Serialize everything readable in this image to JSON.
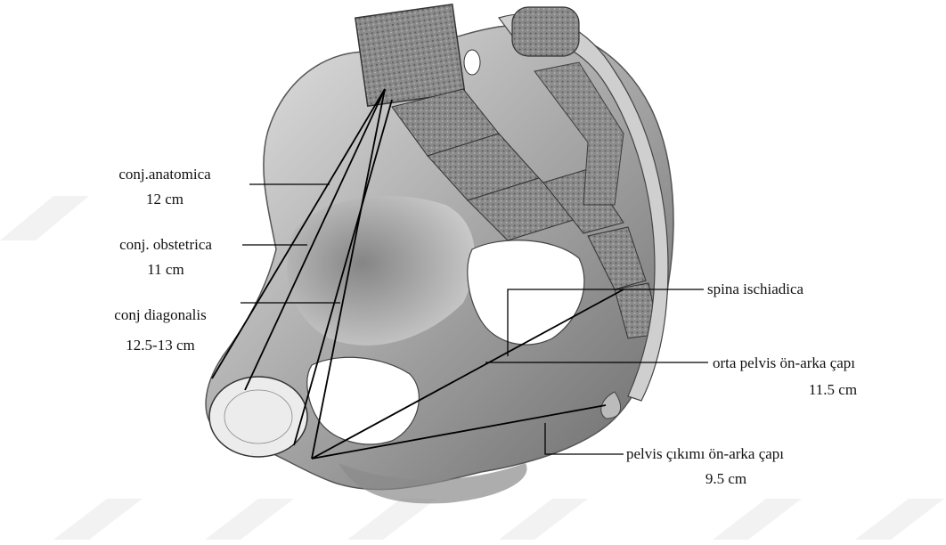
{
  "labels": {
    "conj_anatomica": "conj.anatomica",
    "conj_anatomica_value": "12 cm",
    "conj_obstetrica": "conj. obstetrica",
    "conj_obstetrica_value": "11 cm",
    "conj_diagonalis": "conj diagonalis",
    "conj_diagonalis_value": "12.5-13 cm",
    "spina_ischiadica": "spina ischiadica",
    "orta_pelvis": "orta pelvis ön-arka çapı",
    "orta_pelvis_value": "11.5 cm",
    "pelvis_cikimi": "pelvis çıkımı ön-arka çapı",
    "pelvis_cikimi_value": "9.5 cm"
  },
  "colors": {
    "bone_light": "#d9d9d9",
    "bone_mid": "#9a9a9a",
    "bone_dark": "#5c5c5c",
    "section": "#7a7a7a",
    "line": "#000000",
    "watermark": "#f0f0f0"
  }
}
